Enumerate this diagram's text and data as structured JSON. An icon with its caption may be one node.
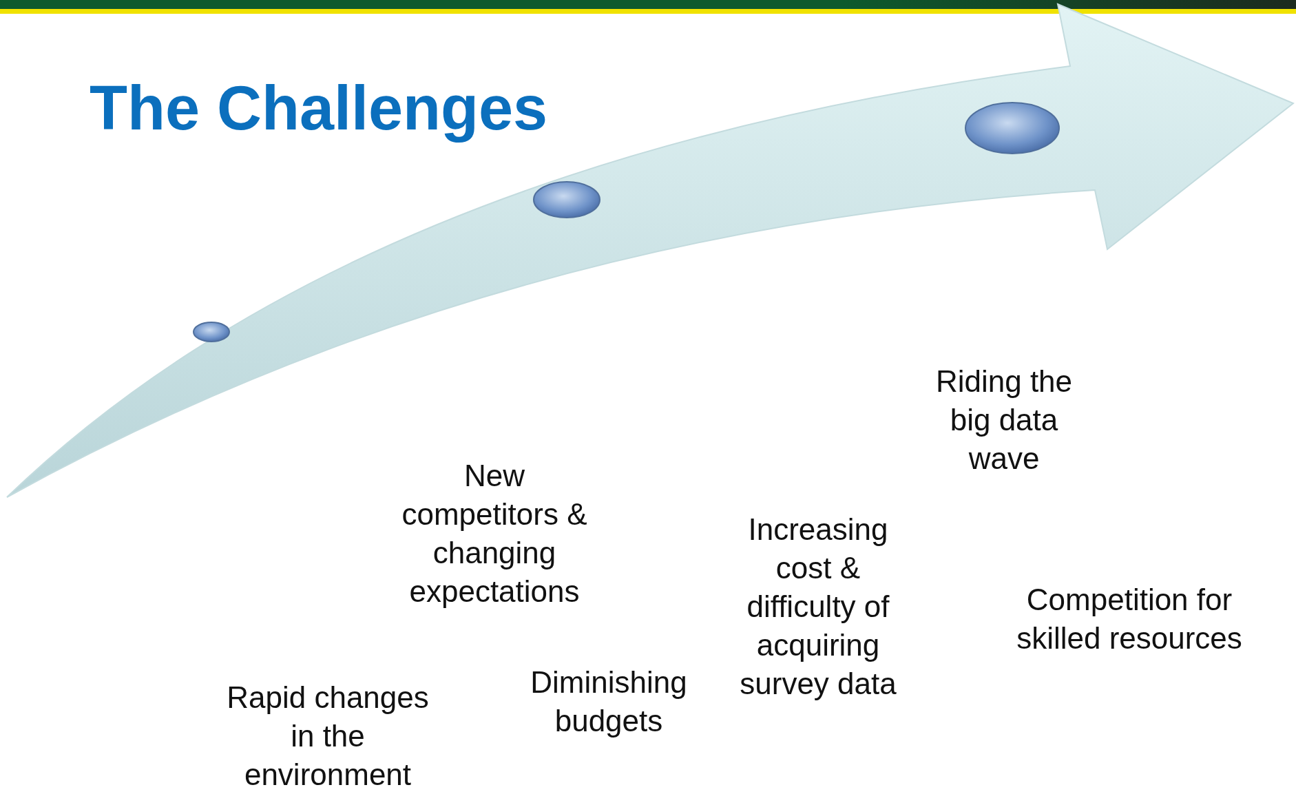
{
  "diagram": {
    "title": "The Challenges",
    "labels": [
      "Riding the big data wave",
      "New competitors & changing expectations",
      "Increasing cost & difficulty of acquiring survey data",
      "Competition for skilled resources",
      "Diminishing budgets",
      "Rapid changes in the environment"
    ]
  }
}
